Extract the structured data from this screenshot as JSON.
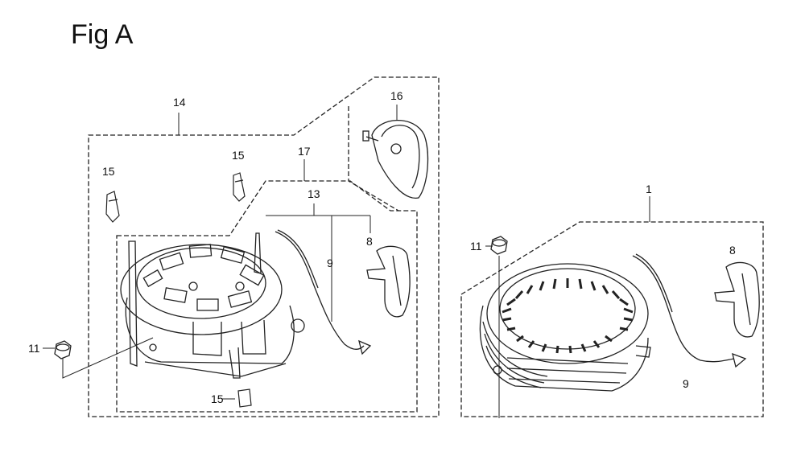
{
  "title": "Fig A",
  "callouts": {
    "c14": "14",
    "c16": "16",
    "c15a": "15",
    "c15b": "15",
    "c15c": "15",
    "c17": "17",
    "c13": "13",
    "c8a": "8",
    "c9a": "9",
    "c11a": "11",
    "c1": "1",
    "c11b": "11",
    "c8b": "8",
    "c9b": "9"
  },
  "colors": {
    "line": "#222222",
    "bg": "#ffffff"
  }
}
